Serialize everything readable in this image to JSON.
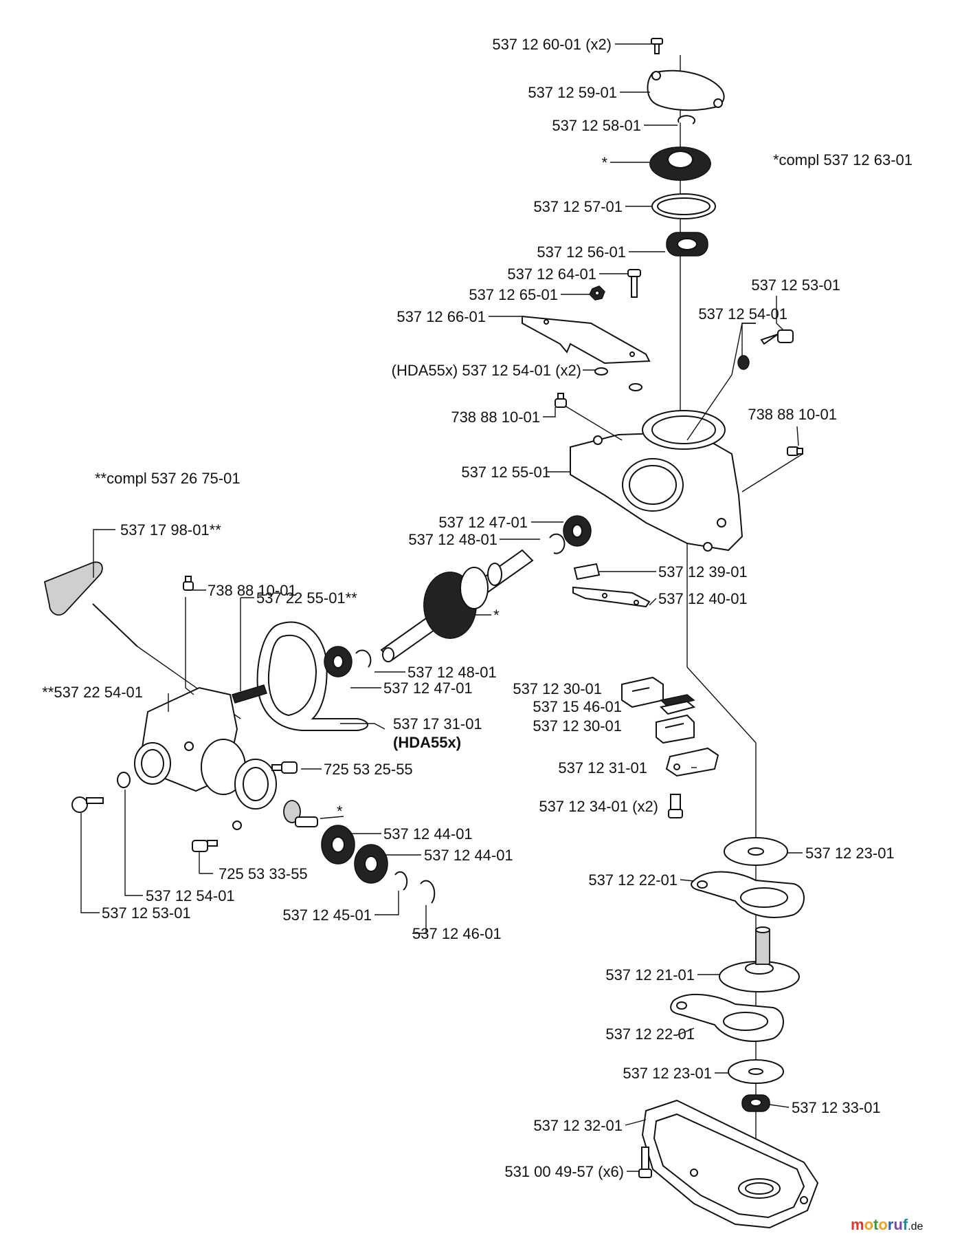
{
  "labels": {
    "l01": {
      "pre": "",
      "num": "537 12 60-01",
      "suf": " (x2)"
    },
    "l02": {
      "pre": "",
      "num": "537 12 59-01",
      "suf": ""
    },
    "l03": {
      "pre": "",
      "num": "537 12 58-01",
      "suf": ""
    },
    "l04": {
      "pre": "",
      "num": "*",
      "suf": ""
    },
    "l05": {
      "pre": "*compl ",
      "num": "537 12 63-01",
      "suf": ""
    },
    "l06": {
      "pre": "",
      "num": "537 12 57-01",
      "suf": ""
    },
    "l07": {
      "pre": "",
      "num": "537 12 56-01",
      "suf": ""
    },
    "l08": {
      "pre": "",
      "num": "537 12 64-01",
      "suf": ""
    },
    "l09": {
      "pre": "",
      "num": "537 12 65-01",
      "suf": ""
    },
    "l10": {
      "pre": "",
      "num": "537 12 53-01",
      "suf": ""
    },
    "l11": {
      "pre": "",
      "num": "537 12 66-01",
      "suf": ""
    },
    "l12": {
      "pre": "",
      "num": "537 12 54-01",
      "suf": ""
    },
    "l13": {
      "pre": "(HDA55x) ",
      "num": "537 12 54-01",
      "suf": " (x2)"
    },
    "l14": {
      "pre": "",
      "num": "738 88 10-01",
      "suf": ""
    },
    "l15": {
      "pre": "",
      "num": "738 88 10-01",
      "suf": ""
    },
    "l16": {
      "pre": "**compl ",
      "num": "537 26 75-01",
      "suf": ""
    },
    "l17": {
      "pre": "",
      "num": "537 12 55-01",
      "suf": ""
    },
    "l18": {
      "pre": "",
      "num": "537 12 47-01",
      "suf": ""
    },
    "l19": {
      "pre": "",
      "num": "537 12 48-01",
      "suf": ""
    },
    "l20": {
      "pre": "",
      "num": "537 17 98-01**",
      "suf": ""
    },
    "l21": {
      "pre": "",
      "num": "537 12 39-01",
      "suf": ""
    },
    "l22": {
      "pre": "",
      "num": "738 88 10-01",
      "suf": ""
    },
    "l23": {
      "pre": "",
      "num": "537 22 55-01**",
      "suf": ""
    },
    "l24": {
      "pre": "",
      "num": "*",
      "suf": ""
    },
    "l25": {
      "pre": "",
      "num": "537 12 40-01",
      "suf": ""
    },
    "l26": {
      "pre": "",
      "num": "537 12 48-01",
      "suf": ""
    },
    "l27": {
      "pre": "",
      "num": "537 12 47-01",
      "suf": ""
    },
    "l28": {
      "pre": "",
      "num": "537 12 30-01",
      "suf": ""
    },
    "l29": {
      "pre": "**",
      "num": "537 22 54-01",
      "suf": ""
    },
    "l30": {
      "pre": "",
      "num": "537 15 46-01",
      "suf": ""
    },
    "l31": {
      "pre": "",
      "num": "537 17 31-01",
      "suf": ""
    },
    "l32": {
      "pre": "",
      "num": "537 12 30-01",
      "suf": ""
    },
    "l33": {
      "pre": "",
      "num": "(HDA55x)",
      "suf": ""
    },
    "l34": {
      "pre": "",
      "num": "725 53 25-55",
      "suf": ""
    },
    "l35": {
      "pre": "",
      "num": "537 12 31-01",
      "suf": ""
    },
    "l36": {
      "pre": "",
      "num": "537 12 34-01",
      "suf": " (x2)"
    },
    "l37": {
      "pre": "",
      "num": "*",
      "suf": ""
    },
    "l38": {
      "pre": "",
      "num": "537 12 44-01",
      "suf": ""
    },
    "l39": {
      "pre": "",
      "num": "537 12 44-01",
      "suf": ""
    },
    "l40": {
      "pre": "",
      "num": "537 12 23-01",
      "suf": ""
    },
    "l41": {
      "pre": "",
      "num": "725 53 33-55",
      "suf": ""
    },
    "l42": {
      "pre": "",
      "num": "537 12 22-01",
      "suf": ""
    },
    "l43": {
      "pre": "",
      "num": "537 12 54-01",
      "suf": ""
    },
    "l44": {
      "pre": "",
      "num": "537 12 53-01",
      "suf": ""
    },
    "l45": {
      "pre": "",
      "num": "537 12 45-01",
      "suf": ""
    },
    "l46": {
      "pre": "",
      "num": "537 12 46-01",
      "suf": ""
    },
    "l47": {
      "pre": "",
      "num": "537 12 21-01",
      "suf": ""
    },
    "l48": {
      "pre": "",
      "num": "537 12 22-01",
      "suf": ""
    },
    "l49": {
      "pre": "",
      "num": "537 12 23-01",
      "suf": ""
    },
    "l50": {
      "pre": "",
      "num": "537 12 33-01",
      "suf": ""
    },
    "l51": {
      "pre": "",
      "num": "537 12 32-01",
      "suf": ""
    },
    "l52": {
      "pre": "",
      "num": "531 00 49-57",
      "suf": " (x6)"
    }
  },
  "watermark": {
    "main": "motoruf",
    "tld": ".de"
  },
  "colors": {
    "line": "#111111",
    "fill": "#ffffff",
    "wm_m": "#d63a2f",
    "wm_o": "#f0a020",
    "wm_t": "#3a9a3a",
    "wm_r": "#2a5db0",
    "wm_u": "#7a4aa8",
    "wm_f": "#2a8a9a"
  }
}
